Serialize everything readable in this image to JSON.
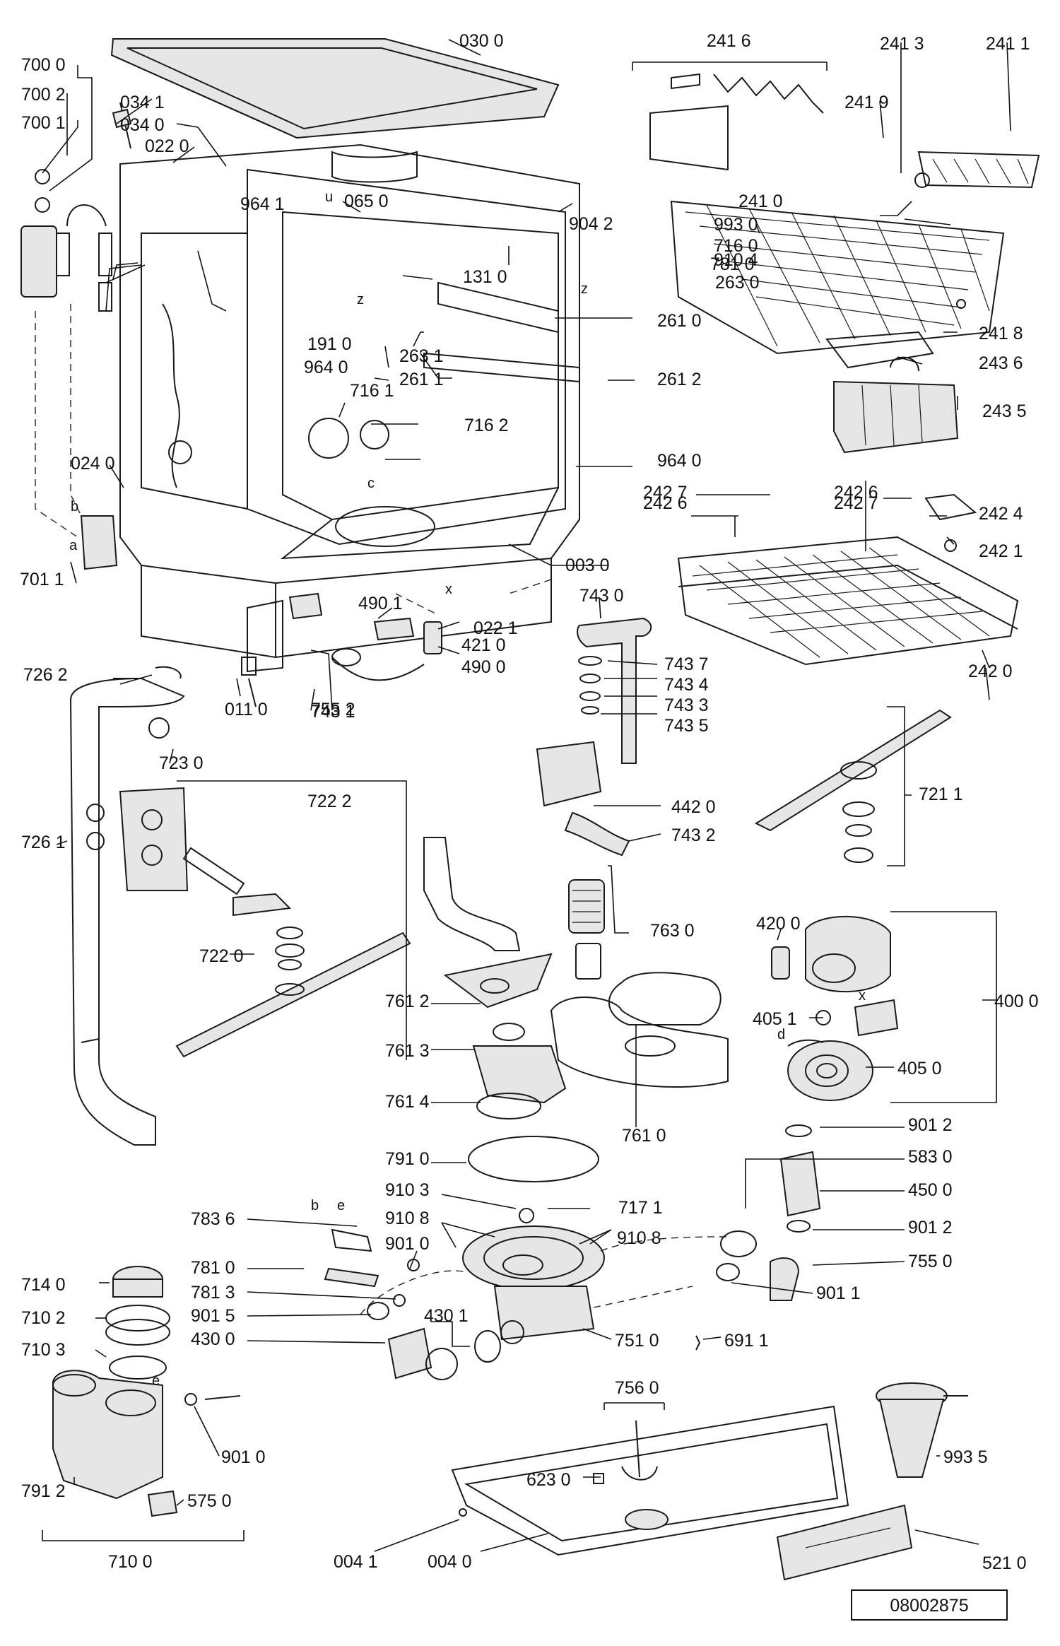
{
  "diagram": {
    "document_number": "08002875",
    "labels": [
      "030 0",
      "241 6",
      "241 3",
      "241 1",
      "700 0",
      "700 2",
      "700 1",
      "034 1",
      "034 0",
      "022 0",
      "241 9",
      "964 1",
      "065 0",
      "993 0",
      "904 2",
      "241 0",
      "716 0",
      "910 4",
      "781 0",
      "263 0",
      "131 0",
      "261 0",
      "191 0",
      "263 1",
      "241 8",
      "964 0",
      "261 1",
      "261 2",
      "243 6",
      "716 1",
      "716 2",
      "243 5",
      "964 0",
      "024 0",
      "242 6",
      "242 7",
      "242 7",
      "242 4",
      "242 6",
      "701 1",
      "003 0",
      "242 1",
      "743 0",
      "490 1",
      "022 1",
      "421 0",
      "726 2",
      "490 0",
      "242 0",
      "743 7",
      "743 4",
      "011 0",
      "755 2",
      "743 1",
      "743 3",
      "743 5",
      "723 0",
      "722 2",
      "442 0",
      "721 1",
      "726 1",
      "743 2",
      "763 0",
      "420 0",
      "722 0",
      "761 2",
      "400 0",
      "405 1",
      "761 3",
      "405 0",
      "761 4",
      "761 0",
      "901 2",
      "791 0",
      "583 0",
      "450 0",
      "910 3",
      "717 1",
      "783 6",
      "910 8",
      "910 8",
      "901 2",
      "901 0",
      "781 0",
      "755 0",
      "714 0",
      "781 3",
      "901 1",
      "710 2",
      "901 5",
      "430 1",
      "430 0",
      "751 0",
      "691 1",
      "710 3",
      "756 0",
      "993 5",
      "901 0",
      "623 0",
      "791 2",
      "575 0",
      "710 0",
      "004 1",
      "004 0",
      "521 0"
    ],
    "callouts": [
      "a",
      "b",
      "c",
      "d",
      "e",
      "x",
      "z",
      "u"
    ]
  }
}
